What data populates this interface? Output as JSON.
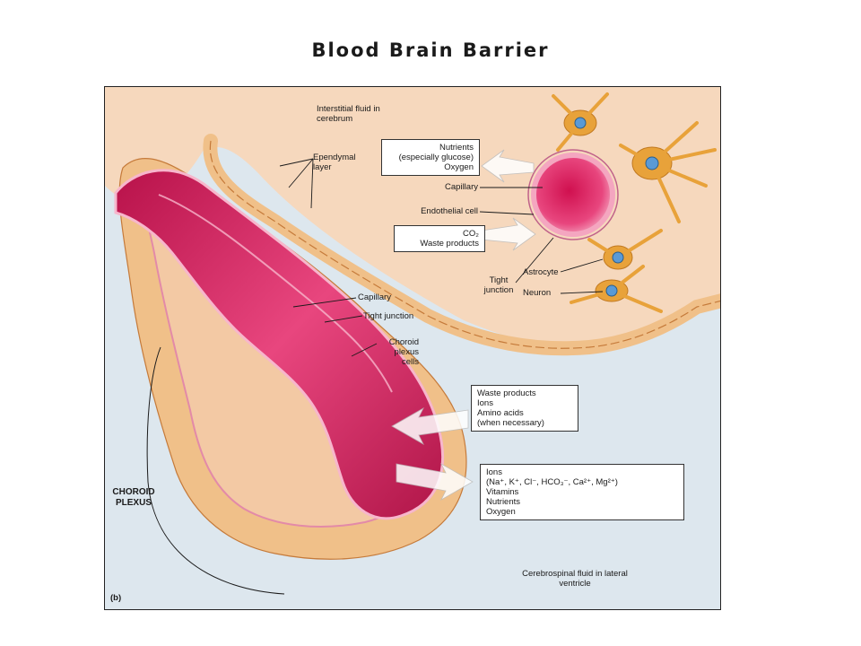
{
  "slide": {
    "title": "Blood Brain Barrier"
  },
  "figure": {
    "panel_letter": "(b)",
    "labels": {
      "interstitial_fluid": "Interstitial fluid in cerebrum",
      "ependymal_layer": "Ependymal layer",
      "capillary_brain": "Capillary",
      "endothelial_cell": "Endothelial cell",
      "tight_junction_brain": "Tight junction",
      "astrocyte": "Astrocyte",
      "neuron": "Neuron",
      "capillary_plexus": "Capillary",
      "tight_junction_plexus": "Tight junction",
      "choroid_plexus_cells": "Choroid plexus cells",
      "choroid_plexus": "CHOROID PLEXUS",
      "csf": "Cerebrospinal fluid in lateral ventricle"
    },
    "boxes": {
      "nutrients_oxygen": [
        "Nutrients",
        "(especially glucose)",
        "Oxygen"
      ],
      "co2_waste": [
        "CO₂",
        "Waste products"
      ],
      "waste_ions_amino": [
        "Waste products",
        "Ions",
        "Amino acids",
        "(when necessary)"
      ],
      "ions_vitamins": [
        "Ions",
        "(Na⁺, K⁺, Cl⁻, HCO₃⁻, Ca²⁺, Mg²⁺)",
        "Vitamins",
        "Nutrients",
        "Oxygen"
      ]
    },
    "colors": {
      "tissue": "#f6d8bd",
      "csf": "#dde7ee",
      "cell_layer": "#f0c089",
      "capillary": "#e0306a",
      "astrocyte": "#e8a23a",
      "nucleus": "#c05a2a"
    }
  }
}
